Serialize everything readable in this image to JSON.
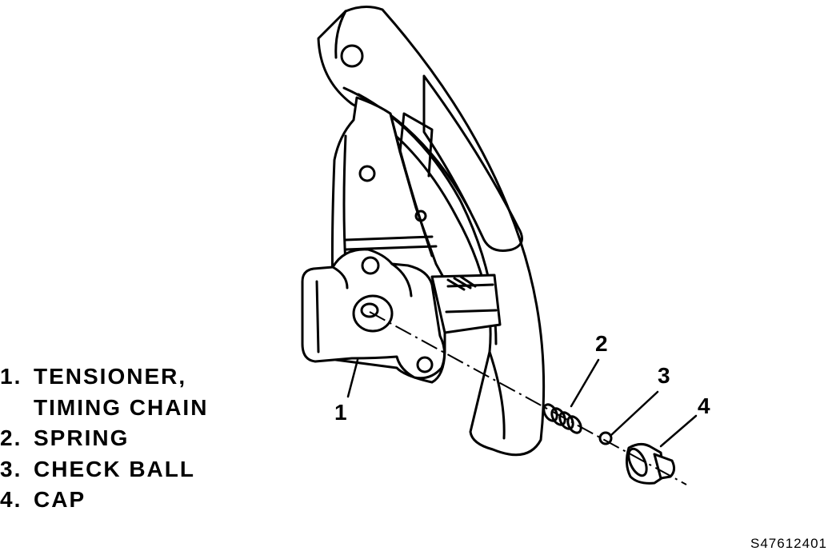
{
  "legend": {
    "items": [
      {
        "num": "1.",
        "text": "TENSIONER,",
        "cont": "TIMING CHAIN"
      },
      {
        "num": "2.",
        "text": "SPRING"
      },
      {
        "num": "3.",
        "text": "CHECK BALL"
      },
      {
        "num": "4.",
        "text": "CAP"
      }
    ]
  },
  "callouts": {
    "c1": "1",
    "c2": "2",
    "c3": "3",
    "c4": "4"
  },
  "figure_id": "S47612401",
  "colors": {
    "line": "#000000",
    "background": "#ffffff"
  }
}
